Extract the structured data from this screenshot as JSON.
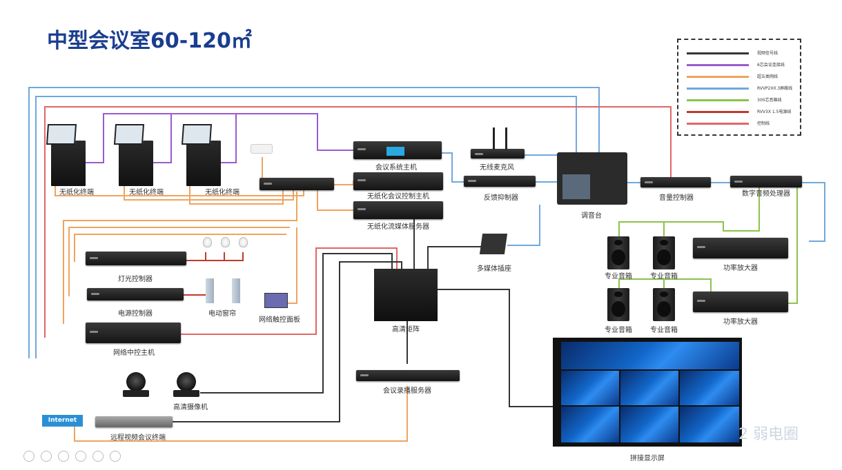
{
  "title": "中型会议室60-120㎡",
  "legend": [
    {
      "color": "#333333",
      "text": "视频信号线"
    },
    {
      "color": "#9b59d0",
      "text": "6芯会议连接线"
    },
    {
      "color": "#f0a35e",
      "text": "超五类网线"
    },
    {
      "color": "#6fa8dc",
      "text": "RVVP2X0.3屏蔽线"
    },
    {
      "color": "#8bc34a",
      "text": "300芯音箱线"
    },
    {
      "color": "#c0392b",
      "text": "RVV3X 1.5电源线"
    },
    {
      "color": "#e06666",
      "text": "控制线"
    }
  ],
  "devices": {
    "paperless1": "无纸化终端",
    "paperless2": "无纸化终端",
    "paperless3": "无纸化终端",
    "conf_host": "会议系统主机",
    "paperless_ctrl": "无纸化会议控制主机",
    "media_server": "无纸化流媒体服务器",
    "wireless_mic": "无线麦克风",
    "feedback": "反馈抑制器",
    "mixer": "调音台",
    "audio_proc": "音量控制器",
    "digital_proc": "数字音频处理器",
    "speaker1": "专业音箱",
    "speaker2": "专业音箱",
    "speaker3": "专业音箱",
    "speaker4": "专业音箱",
    "amp1": "功率放大器",
    "amp2": "功率放大器",
    "light_ctrl": "灯光控制器",
    "power_ctrl": "电源控制器",
    "curtain": "电动窗帘",
    "touch_panel": "网络触控面板",
    "central_host": "网络中控主机",
    "multimedia": "多媒体插座",
    "matrix": "高清矩阵",
    "recorder": "会议录播服务器",
    "camera": "高清摄像机",
    "vc_terminal": "远程视频会议终端",
    "display": "拼接显示屏",
    "internet": "Internet"
  },
  "watermark": "2 弱电圈"
}
